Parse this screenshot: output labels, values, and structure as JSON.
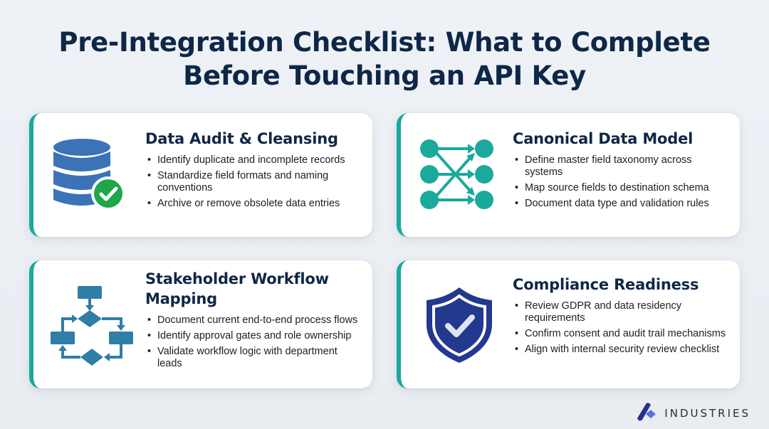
{
  "page": {
    "title_line1": "Pre-Integration Checklist: What to Complete",
    "title_line2": "Before Touching an API Key"
  },
  "colors": {
    "title": "#0f2747",
    "accent_border": "#1aa99a",
    "database_blue": "#3a73b8",
    "check_green": "#1fa64a",
    "teal": "#1aa99a",
    "flow_blue": "#2f7ea6",
    "shield_navy": "#23388f"
  },
  "cards": [
    {
      "title": "Data Audit & Cleansing",
      "icon": "database-check-icon",
      "items": [
        "Identify duplicate and incomplete records",
        "Standardize field formats and naming conventions",
        "Archive or remove obsolete data entries"
      ]
    },
    {
      "title": "Canonical Data Model",
      "icon": "field-mapping-icon",
      "items": [
        "Define master field taxonomy across systems",
        "Map source fields to destination schema",
        "Document data type and validation rules"
      ]
    },
    {
      "title": "Stakeholder Workflow Mapping",
      "icon": "flowchart-icon",
      "items": [
        "Document current end-to-end process flows",
        "Identify approval gates and role ownership",
        "Validate workflow logic with department leads"
      ]
    },
    {
      "title": "Compliance Readiness",
      "icon": "shield-check-icon",
      "items": [
        "Review GDPR and data residency requirements",
        "Confirm consent and audit trail mechanisms",
        "Align with internal security review checklist"
      ]
    }
  ],
  "brand": {
    "name": "INDUSTRIES",
    "icon": "industries-logo-icon"
  }
}
